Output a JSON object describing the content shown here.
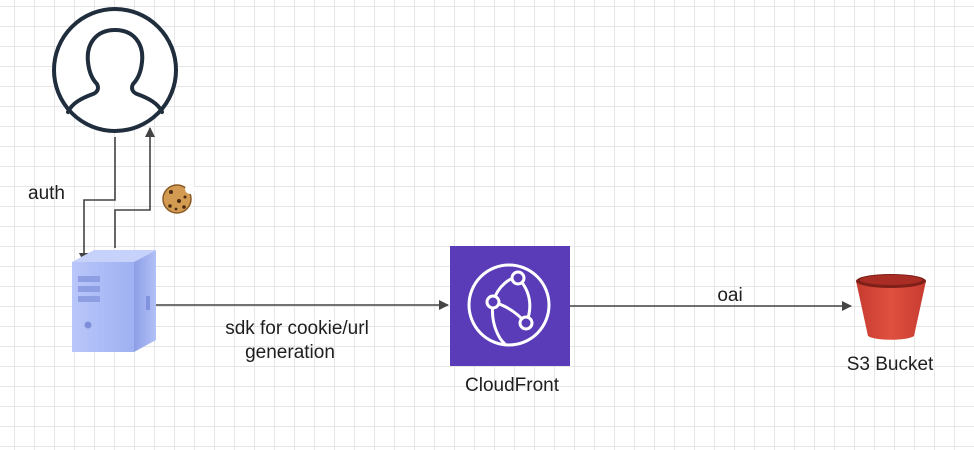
{
  "labels": {
    "auth": "auth",
    "sdk_line1": "sdk for cookie/url",
    "sdk_line2": "generation",
    "cloudfront": "CloudFront",
    "oai": "oai",
    "s3": "S3 Bucket"
  },
  "icons": {
    "user": "user-icon",
    "cookie": "cookie-icon",
    "server": "server-icon",
    "cloudfront": "cloudfront-icon",
    "s3": "s3-bucket-icon"
  },
  "colors": {
    "cloudfront_bg": "#5a3bb8",
    "s3_red": "#d9473b",
    "server_blue": "#a8b8f5",
    "line": "#444444"
  }
}
